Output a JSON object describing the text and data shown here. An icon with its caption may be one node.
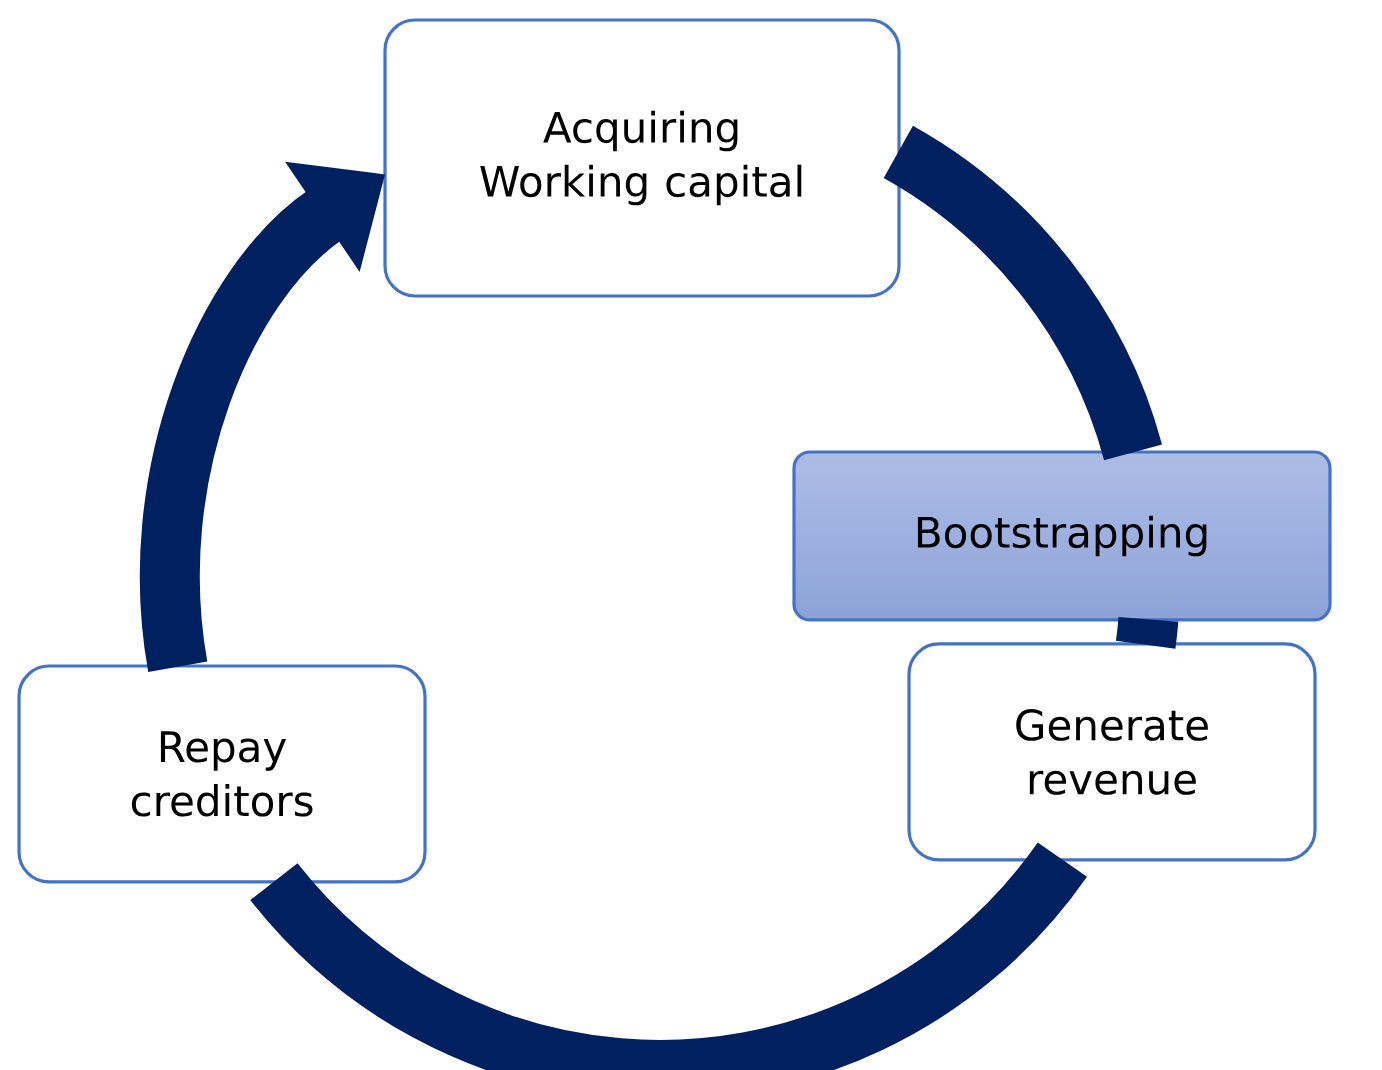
{
  "diagram": {
    "nodes": [
      {
        "text": [
          "Acquiring Working capital"
        ]
      },
      {
        "text": [
          "Bootstrapping"
        ]
      },
      {
        "text": [
          "Generate revenue"
        ]
      },
      {
        "text": [
          "Repay creditors"
        ]
      }
    ],
    "edges": [
      {
        "from": 0,
        "to": 1,
        "arrow": "none"
      },
      {
        "from": 1,
        "to": 2,
        "arrow": "none"
      },
      {
        "from": 2,
        "to": 3,
        "arrow": "none"
      },
      {
        "from": 3,
        "to": 0,
        "arrow": "to"
      }
    ]
  }
}
